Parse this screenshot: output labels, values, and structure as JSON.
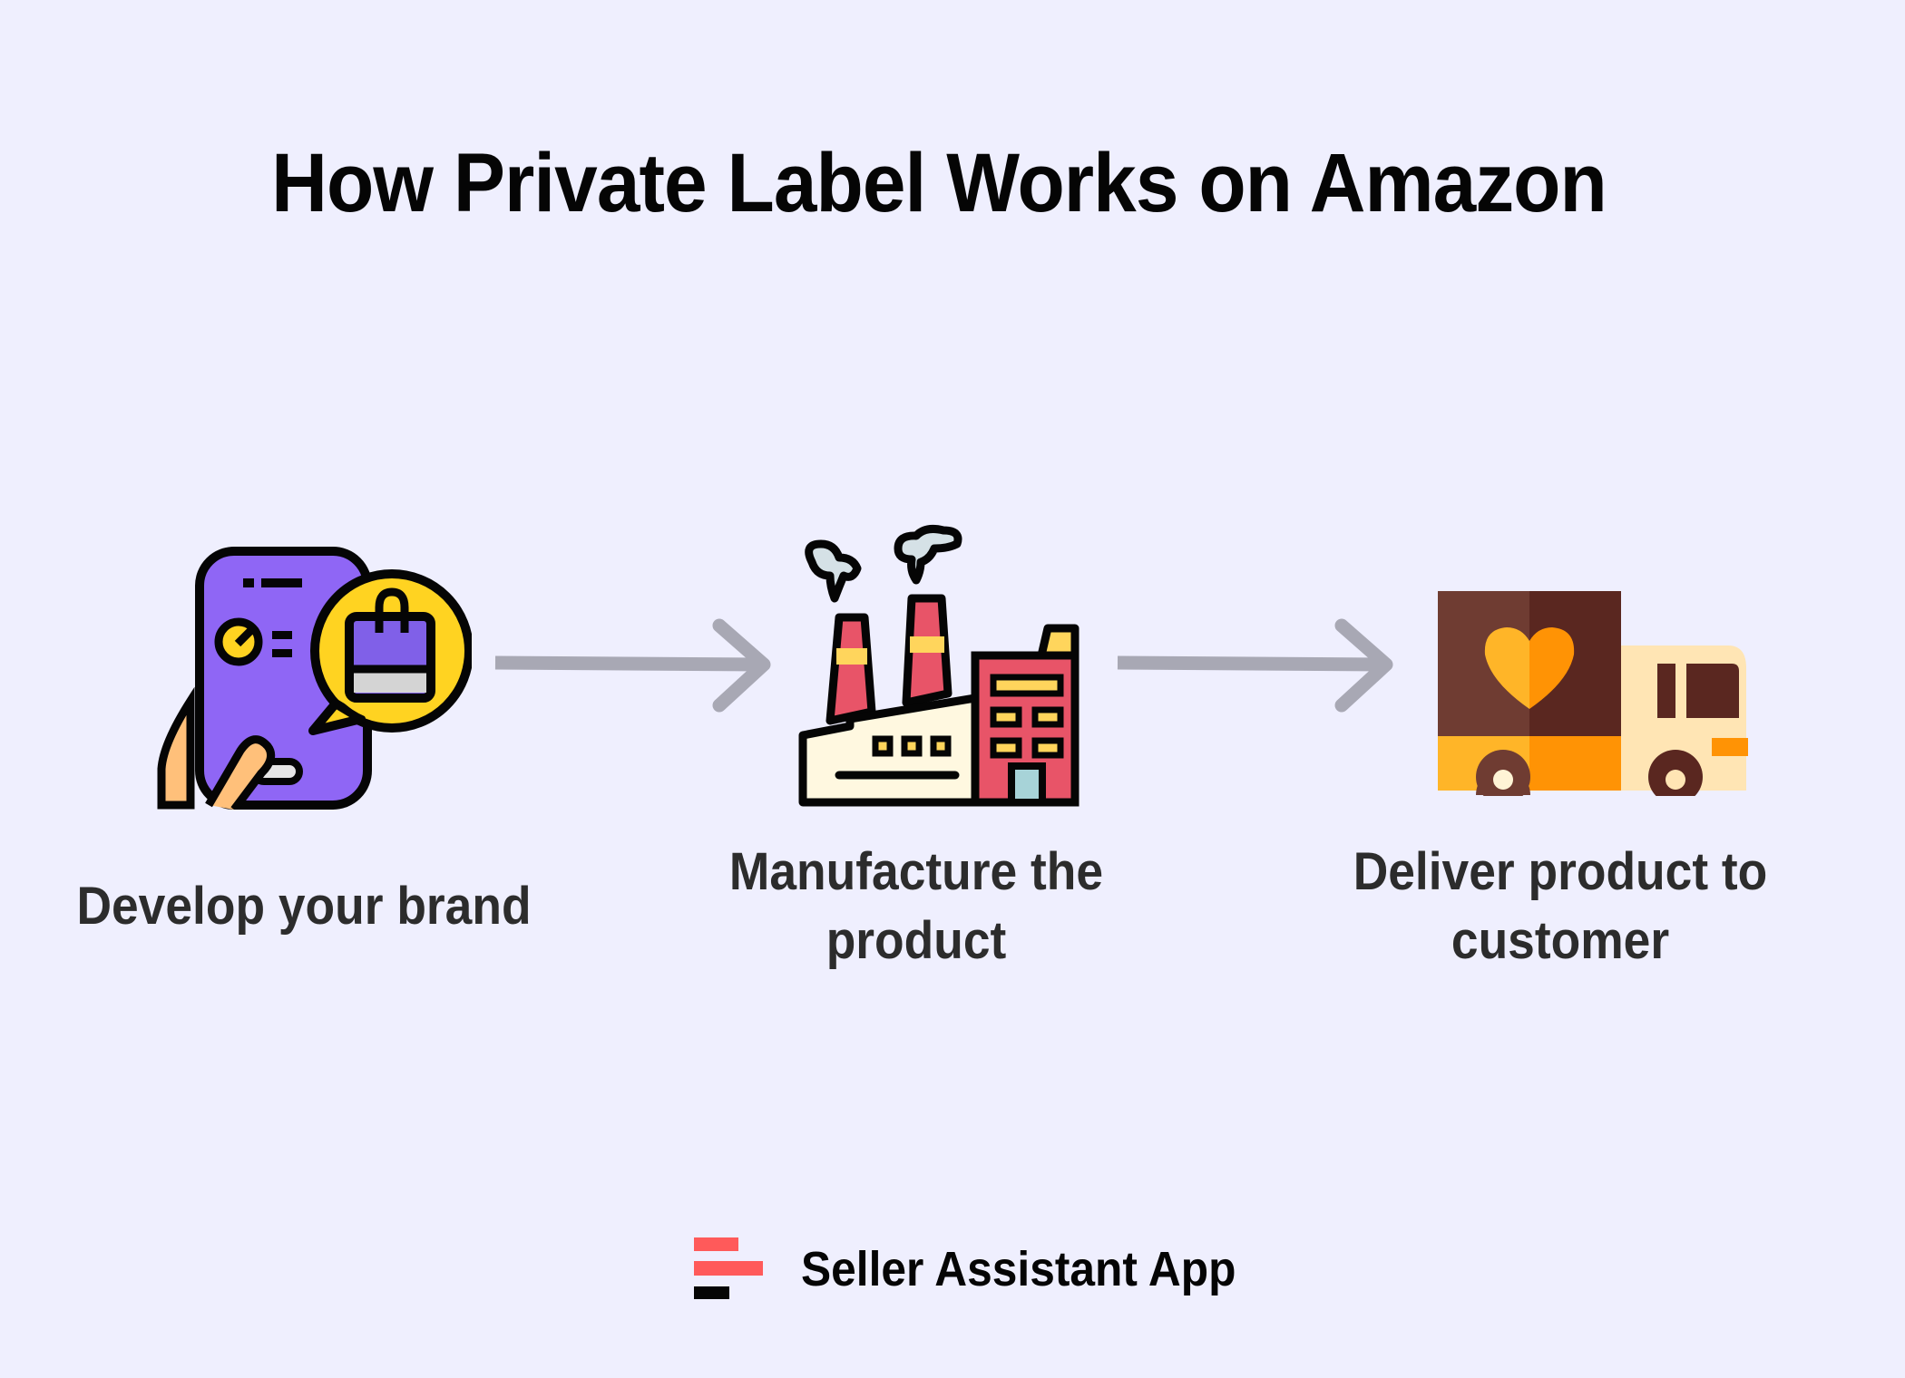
{
  "title": "How Private Label Works on Amazon",
  "steps": [
    {
      "icon": "smartphone-shopping-bag-icon",
      "label_line1": "Develop your brand",
      "label_line2": ""
    },
    {
      "icon": "factory-icon",
      "label_line1": "Manufacture the",
      "label_line2": "product"
    },
    {
      "icon": "delivery-truck-icon",
      "label_line1": "Deliver product to",
      "label_line2": "customer"
    }
  ],
  "arrows": [
    {
      "icon": "arrow-right-icon",
      "color": "#a8a8b4"
    },
    {
      "icon": "arrow-right-icon",
      "color": "#a8a8b4"
    }
  ],
  "footer": {
    "brand": "Seller Assistant App",
    "logo_colors": {
      "bar1": "#ff5a5a",
      "bar2": "#ff5a5a",
      "bar3": "#050505"
    }
  },
  "colors": {
    "background": "#efeffe",
    "title": "#050505",
    "label": "#2c2c2c"
  }
}
